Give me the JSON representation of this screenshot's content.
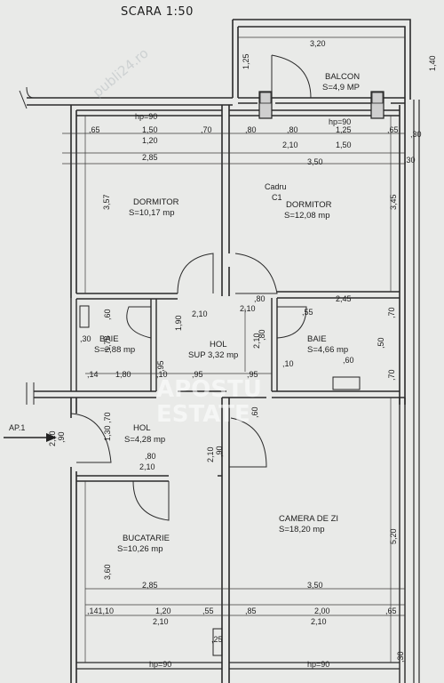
{
  "title": "SCARA 1:50",
  "rooms": {
    "balcon": {
      "name": "BALCON",
      "area": "S=4,9 MP"
    },
    "dormitor1": {
      "name": "DORMITOR",
      "area": "S=10,17 mp"
    },
    "dormitor2": {
      "name": "DORMITOR",
      "area": "S=12,08 mp"
    },
    "baie1": {
      "name": "BAIE",
      "area": "S=2,88 mp"
    },
    "hol_sup": {
      "name": "HOL",
      "area": "SUP 3,32 mp"
    },
    "baie2": {
      "name": "BAIE",
      "area": "S=4,66 mp"
    },
    "hol": {
      "name": "HOL",
      "area": "S=4,28 mp"
    },
    "bucatarie": {
      "name": "BUCATARIE",
      "area": "S=10,26 mp"
    },
    "camera": {
      "name": "CAMERA DE ZI",
      "area": "S=18,20 mp"
    }
  },
  "labels": {
    "cadru": "Cadru",
    "c1": "C1",
    "ap1": "AP.1",
    "hp_top_left": "hp=90",
    "hp_top_right": "hp=90",
    "hp_bottom_left": "hp=90",
    "hp_bottom_right": "hp=90"
  },
  "dimensions": {
    "balcon_w": "3,20",
    "balcon_h": "1,25",
    "right_140": "1,40",
    "d065": ",65",
    "d150": "1,50",
    "d070": ",70",
    "d080a": ",80",
    "d080b": ",80",
    "d125": "1,25",
    "d065b": ",65",
    "d030a": ",30",
    "d120": "1,20",
    "d210a": "2,10",
    "d150b": "1,50",
    "d285a": "2,85",
    "d350a": "3,50",
    "d030b": ",30",
    "d357": "3,57",
    "d345": "3,45",
    "d080c": ",80",
    "d210b": "2,10",
    "d210c": "2,10",
    "d245": "2,45",
    "d055": ",55",
    "d060a": ",60",
    "d190": "1,90",
    "d070b": ",70",
    "d080d": ",80",
    "d210d": "2,10",
    "d030c": ",30",
    "d178": "1,78",
    "d050": ",50",
    "d070c": ",70",
    "d060b": ",60",
    "d014": ",14",
    "d180": "1,80",
    "d010a": ",10",
    "d095a": ",95",
    "d095b": ",95",
    "d010b": ",10",
    "d070d": ",70",
    "d060c": ",60",
    "d090a": ",90",
    "d210e": "2,10",
    "d130": "1,30",
    "d080e": ",80",
    "d210f": "2,10",
    "d090b": ",90",
    "d210g": "2,10",
    "d360": "3,60",
    "d520": "5,20",
    "d285b": "2,85",
    "d350b": "3,50",
    "d141": ",141,10",
    "d120b": "1,20",
    "d055b": ",55",
    "d085": ",85",
    "d200": "2,00",
    "d065c": ",65",
    "d210h": "2,10",
    "d210i": "2,10",
    "d030d": ",30",
    "d025": ",25"
  },
  "watermarks": {
    "brand_line1": "APOSTU",
    "brand_line2": "ESTATE",
    "site": "publi24.ro"
  }
}
